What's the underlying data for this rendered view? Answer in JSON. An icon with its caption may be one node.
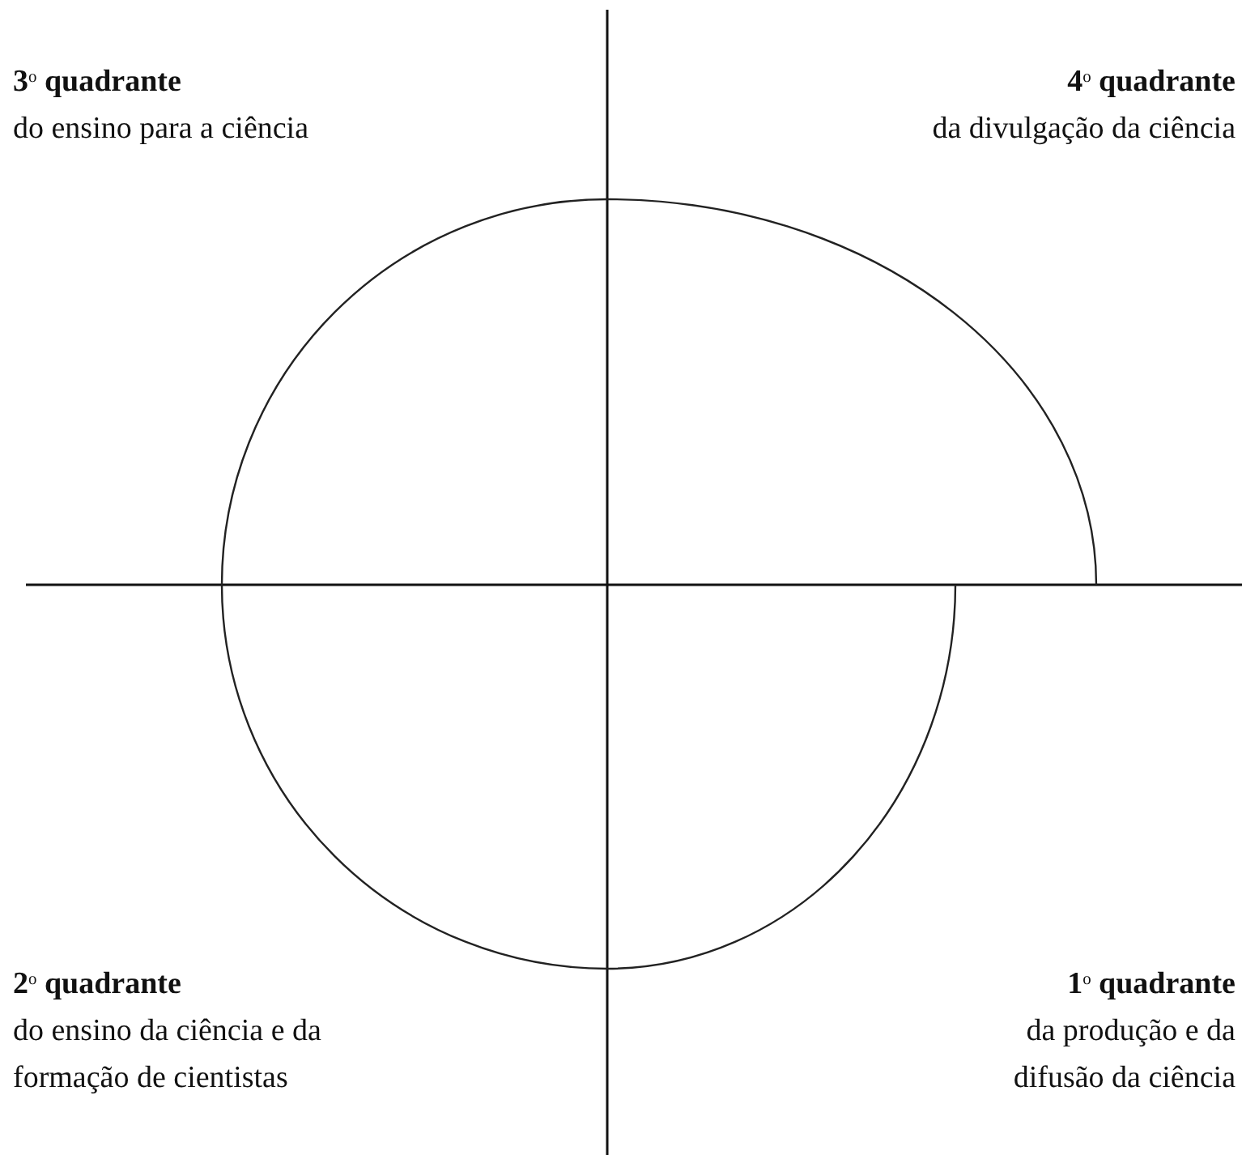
{
  "diagram": {
    "labels": [
      "3$^{o}$ quadrante",
      "do ensino para a ciência",
      "4$^{o}$ quadrante",
      "da divulgação da ciência",
      "2$^{o}$ quadrante",
      "do ensino da ciência e da formação de cientistas",
      "1$^{o}$ quadrante",
      "da produção e da difusão da ciência"
    ]
  }
}
